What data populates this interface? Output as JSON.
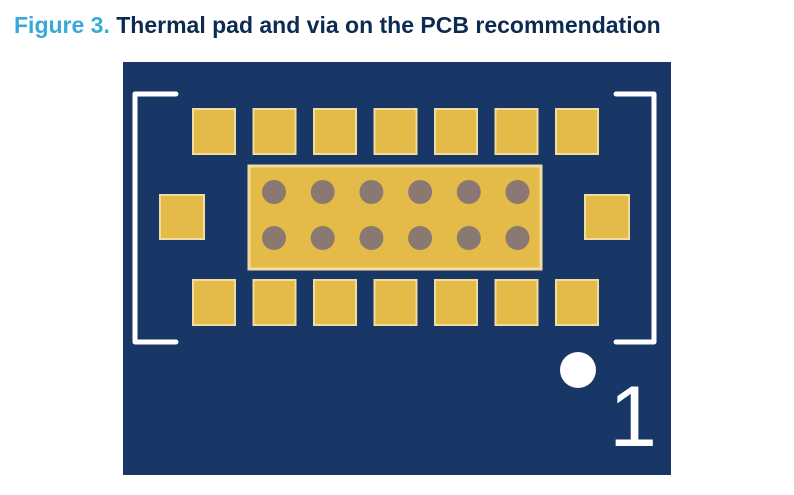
{
  "figure": {
    "number": "Figure 3.",
    "title": "Thermal pad and via on the PCB recommendation"
  },
  "diagram": {
    "pin1_label": "1",
    "top_pad_count": 7,
    "bottom_pad_count": 7,
    "side_pad_count": 2,
    "via_rows": 2,
    "via_cols": 6,
    "colors": {
      "board": "#183766",
      "pad": "#e4bb48",
      "pad_outline": "#f2dda0",
      "via": "#8a7872",
      "silkscreen": "#ffffff",
      "caption_number": "#3aa8d8",
      "caption_title": "#0d2b52"
    }
  }
}
